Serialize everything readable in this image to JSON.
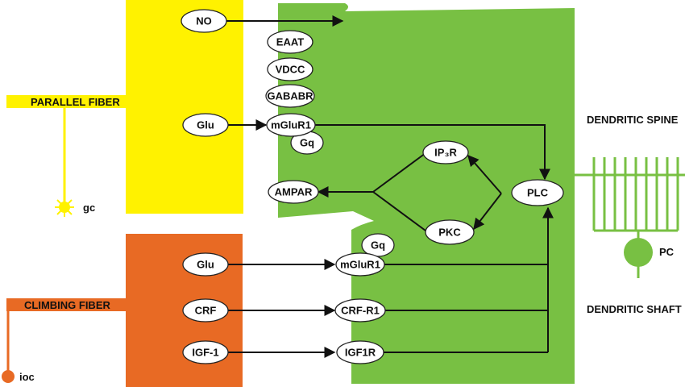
{
  "colors": {
    "parallel": "#FFF200",
    "parallel_bar": "#FFF200",
    "climbing": "#E86A24",
    "spine": "#78C043",
    "ink": "#111111"
  },
  "labels": {
    "parallel_fiber": "PARALLEL FIBER",
    "climbing_fiber": "CLIMBING FIBER",
    "dendritic_spine": "DENDRITIC SPINE",
    "dendritic_shaft": "DENDRITIC SHAFT",
    "gc": "gc",
    "ioc": "ioc",
    "pc": "PC"
  },
  "nodes": {
    "no": "NO",
    "eaat": "EAAT",
    "vdcc": "VDCC",
    "gababr": "GABABR",
    "glu_pf": "Glu",
    "mglur1_top": "mGluR1",
    "gq_top": "Gq",
    "ip3r": "IP₃R",
    "ampar": "AMPAR",
    "plc": "PLC",
    "pkc": "PKC",
    "gq_bottom": "Gq",
    "glu_cf": "Glu",
    "mglur1_bottom": "mGluR1",
    "crf": "CRF",
    "crfr1": "CRF-R1",
    "igf1": "IGF-1",
    "igf1r": "IGF1R"
  }
}
